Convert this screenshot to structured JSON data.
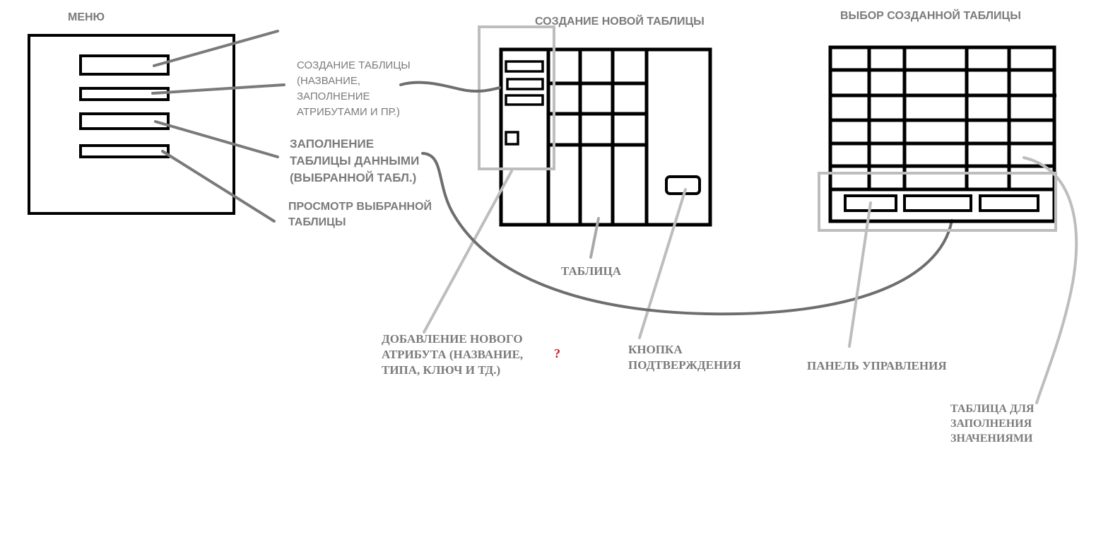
{
  "colors": {
    "ink": "#000000",
    "label_gray": "#7b7b7b",
    "connector_dark": "#6e6e6e",
    "connector_light": "#bdbdbd",
    "accent_red": "#d0191f"
  },
  "menu": {
    "title": "МЕНЮ",
    "item_count": 4
  },
  "callouts": {
    "create_table": "СОЗДАНИЕ ТАБЛИЦЫ\n(НАЗВАНИЕ,\nЗАПОЛНЕНИЕ\nАТРИБУТАМИ И ПР.)",
    "fill_table": "ЗАПОЛНЕНИЕ\nТАБЛИЦЫ ДАННЫМИ\n(ВЫБРАННОЙ ТАБЛ.)",
    "view_table": "ПРОСМОТР ВЫБРАННОЙ\nТАБЛИЦЫ"
  },
  "create_screen": {
    "title": "СОЗДАНИЕ НОВОЙ ТАБЛИЦЫ",
    "table_label": "ТАБЛИЦА",
    "add_attribute_label": "ДОБАВЛЕНИЕ НОВОГО\nАТРИБУТА (НАЗВАНИЕ,\nТИПА, КЛЮЧ И ТД.)",
    "question_mark": "?",
    "confirm_label": "КНОПКА\nПОДТВЕРЖДЕНИЯ"
  },
  "select_screen": {
    "title": "ВЫБОР СОЗДАННОЙ ТАБЛИЦЫ",
    "control_panel_label": "ПАНЕЛЬ УПРАВЛЕНИЯ",
    "fill_table_label": "ТАБЛИЦА ДЛЯ\nЗАПОЛНЕНИЯ\nЗНАЧЕНИЯМИ"
  }
}
